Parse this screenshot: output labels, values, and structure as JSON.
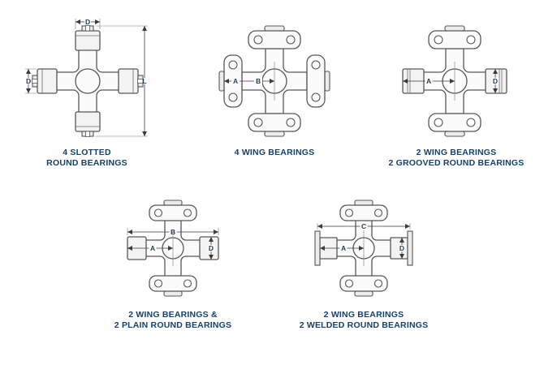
{
  "page": {
    "background": "#ffffff",
    "caption_color": "#15416b",
    "dim_letter_color": "#1e3c5e",
    "line_color": "#575757"
  },
  "figures": [
    {
      "name": "4-slotted-round-bearings",
      "caption_line1": "4 SLOTTED",
      "caption_line2": "ROUND BEARINGS",
      "dims": {
        "top": "D",
        "left": "D",
        "right": "L"
      }
    },
    {
      "name": "4-wing-bearings",
      "caption_line1": "4 WING BEARINGS",
      "caption_line2": "",
      "dims": {
        "a": "A",
        "b": "B"
      }
    },
    {
      "name": "2-wing-2-grooved-round-bearings",
      "caption_line1": "2 WING BEARINGS",
      "caption_line2": "2 GROOVED ROUND BEARINGS",
      "dims": {
        "a": "A",
        "d": "D"
      }
    },
    {
      "name": "2-wing-2-plain-round-bearings",
      "caption_line1": "2 WING BEARINGS &",
      "caption_line2": "2 PLAIN ROUND BEARINGS",
      "dims": {
        "a": "A",
        "b": "B",
        "d": "D"
      }
    },
    {
      "name": "2-wing-2-welded-round-bearings",
      "caption_line1": "2 WING BEARINGS",
      "caption_line2": "2 WELDED ROUND BEARINGS",
      "dims": {
        "a": "A",
        "c": "C",
        "d": "D"
      }
    }
  ]
}
